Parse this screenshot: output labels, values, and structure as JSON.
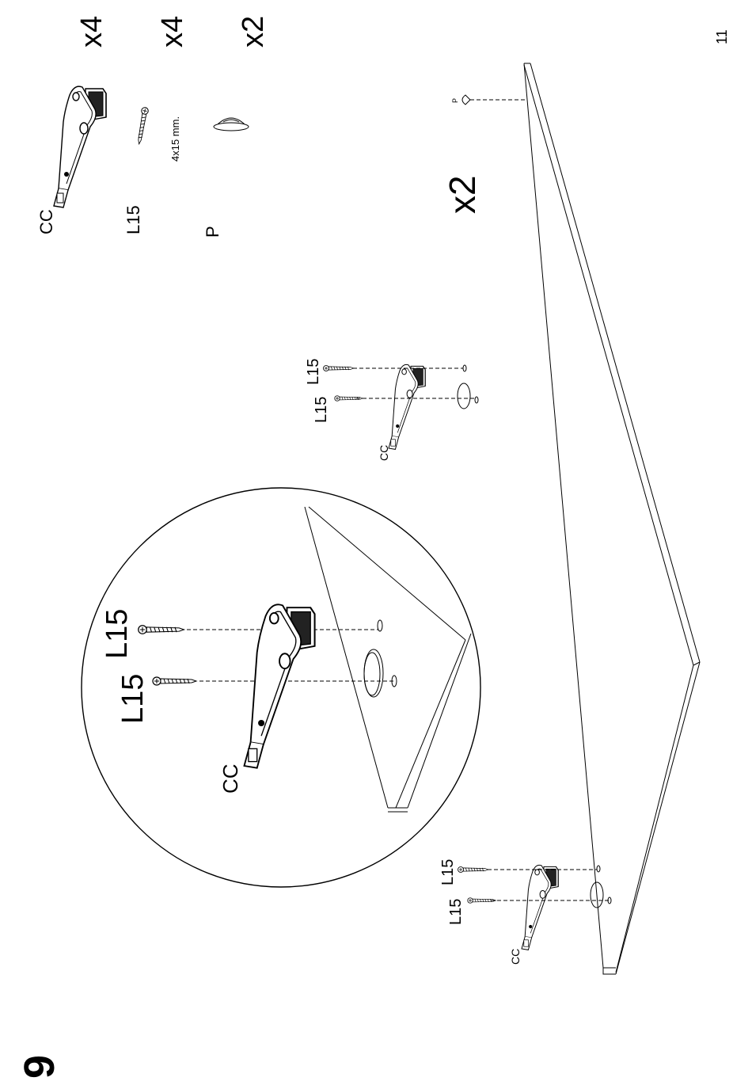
{
  "page": {
    "step_number": "9",
    "page_number": "11"
  },
  "parts": [
    {
      "code": "CC",
      "quantity": "x4",
      "icon": "corner-bracket-icon"
    },
    {
      "code": "L15",
      "quantity": "x4",
      "size": "4x15 mm.",
      "icon": "screw-icon"
    },
    {
      "code": "P",
      "quantity": "x2",
      "icon": "cap-icon"
    }
  ],
  "board": {
    "multiplier": "x2",
    "cap_label": "P"
  },
  "callouts": {
    "bracket": "CC",
    "screw_top": "L15",
    "screw_bottom": "L15"
  },
  "detail": {
    "bracket": "CC",
    "screw_top": "L15",
    "screw_bottom": "L15"
  }
}
